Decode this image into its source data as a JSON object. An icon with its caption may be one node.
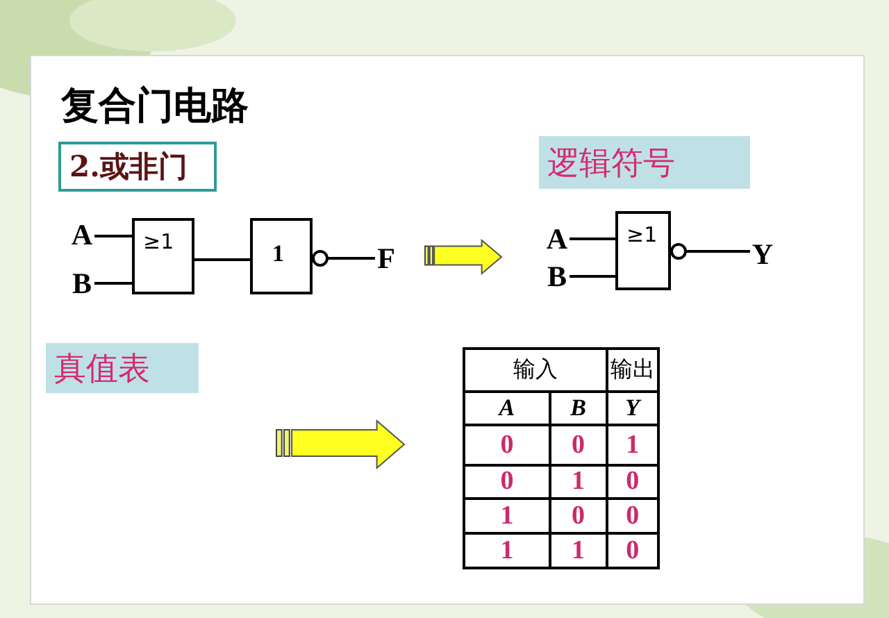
{
  "diagram": {
    "title": "复合门电路",
    "nodes": [
      {
        "text": [
          "2.或非门"
        ]
      },
      {
        "text": [
          "逻辑符号"
        ]
      },
      {
        "text": [
          "真值表"
        ]
      },
      {
        "text": [
          "A"
        ]
      },
      {
        "text": [
          "B"
        ]
      },
      {
        "text": [
          "≥1"
        ]
      },
      {
        "text": [
          "1"
        ]
      },
      {
        "text": [
          "F"
        ]
      },
      {
        "text": [
          "A"
        ]
      },
      {
        "text": [
          "B"
        ]
      },
      {
        "text": [
          "≥1"
        ]
      },
      {
        "text": [
          "Y"
        ]
      }
    ],
    "edges": [
      {
        "from": 3,
        "to": 5,
        "arrow": "none"
      },
      {
        "from": 4,
        "to": 5,
        "arrow": "none"
      },
      {
        "from": 5,
        "to": 6,
        "arrow": "none"
      },
      {
        "from": 6,
        "to": 7,
        "arrow": "other"
      },
      {
        "from": 8,
        "to": 10,
        "arrow": "none"
      },
      {
        "from": 9,
        "to": 10,
        "arrow": "none"
      },
      {
        "from": 10,
        "to": 11,
        "arrow": "other"
      }
    ],
    "labels": [
      "输入",
      "输出",
      "A",
      "B",
      "Y",
      "0",
      "0",
      "1",
      "0",
      "1",
      "0",
      "1",
      "0",
      "0",
      "1",
      "1",
      "0"
    ]
  }
}
